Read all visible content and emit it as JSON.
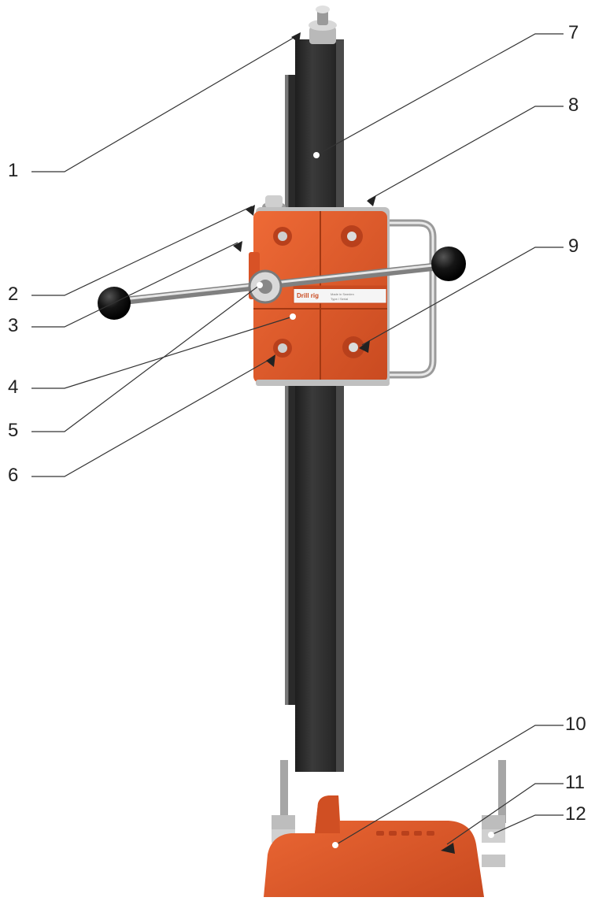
{
  "callouts": [
    {
      "id": "1",
      "label": "1"
    },
    {
      "id": "2",
      "label": "2"
    },
    {
      "id": "3",
      "label": "3"
    },
    {
      "id": "4",
      "label": "4"
    },
    {
      "id": "5",
      "label": "5"
    },
    {
      "id": "6",
      "label": "6"
    },
    {
      "id": "7",
      "label": "7"
    },
    {
      "id": "8",
      "label": "8"
    },
    {
      "id": "9",
      "label": "9"
    },
    {
      "id": "10",
      "label": "10"
    },
    {
      "id": "11",
      "label": "11"
    },
    {
      "id": "12",
      "label": "12"
    }
  ],
  "plate": {
    "brand": "Drill rig",
    "line1": "Made in Sweden",
    "line2": "Type / Serial"
  },
  "colors": {
    "orange": "#e2582b",
    "orange_dark": "#b8401c",
    "column": "#2f2f2f",
    "column_edge": "#4a4a4a",
    "steel": "#c8c8c8",
    "knob": "#111111",
    "leader": "#333333"
  }
}
